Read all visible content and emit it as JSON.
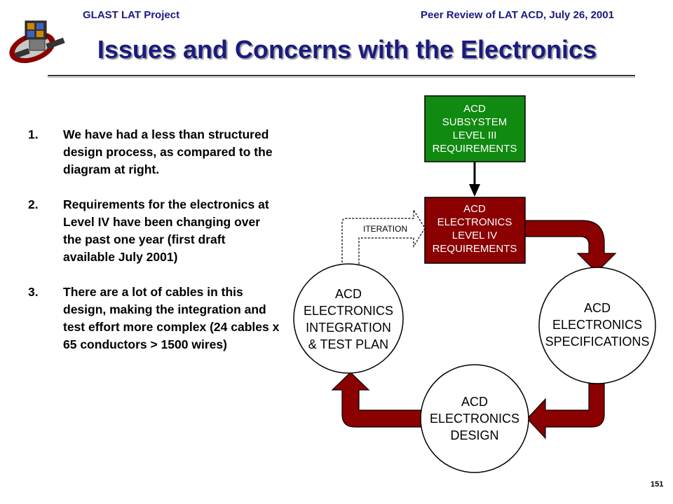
{
  "header": {
    "left": "GLAST LAT Project",
    "right": "Peer Review of LAT ACD, July 26, 2001"
  },
  "title": "Issues and Concerns with the Electronics",
  "items": [
    {
      "num": "1.",
      "text": "We have had a less than structured design process, as compared to the diagram at right."
    },
    {
      "num": "2.",
      "text": "Requirements for the electronics at Level IV have been changing over the past one year (first draft available July 2001)"
    },
    {
      "num": "3.",
      "text": "There are a lot of cables in this design, making the integration and test effort more complex (24 cables x 65 conductors > 1500 wires)"
    }
  ],
  "diagram": {
    "green_box": [
      "ACD",
      "SUBSYSTEM",
      "LEVEL III",
      "REQUIREMENTS"
    ],
    "red_box": [
      "ACD",
      "ELECTRONICS",
      "LEVEL IV",
      "REQUIREMENTS"
    ],
    "iteration_label": "ITERATION",
    "circle_specs": [
      "ACD",
      "ELECTRONICS",
      "SPECIFICATIONS"
    ],
    "circle_design": [
      "ACD",
      "ELECTRONICS",
      "DESIGN"
    ],
    "circle_integration": [
      "ACD",
      "ELECTRONICS",
      "INTEGRATION",
      "& TEST PLAN"
    ],
    "colors": {
      "green_box": "#108a10",
      "red_box": "#8b0000",
      "arrow": "#8b0000",
      "title": "#1a1a80"
    }
  },
  "page_number": "151"
}
